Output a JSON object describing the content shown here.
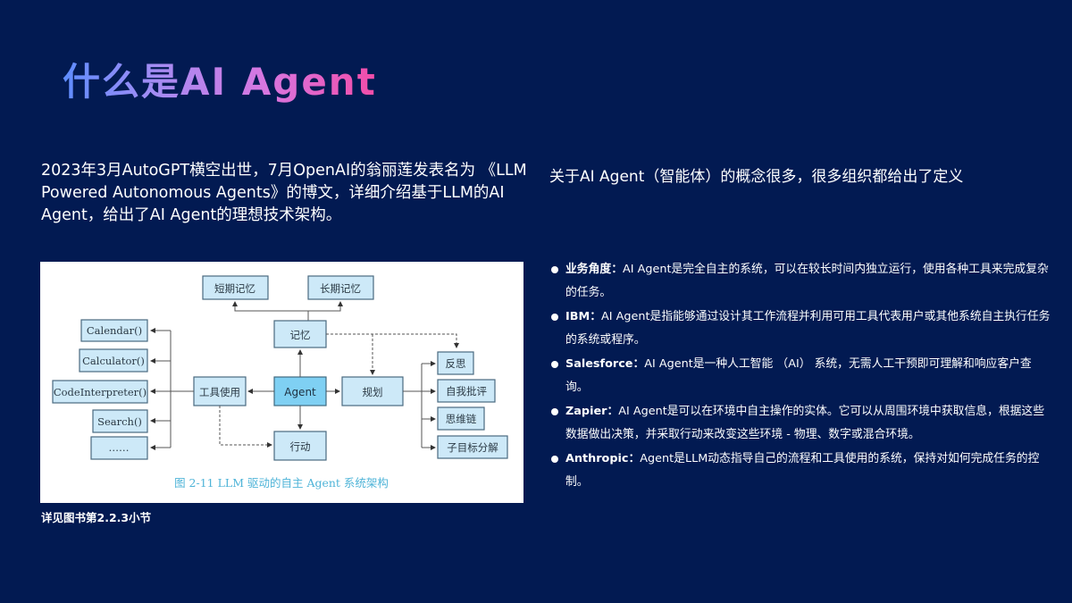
{
  "slide": {
    "title": "什么是AI Agent",
    "intro": "2023年3月AutoGPT横空出世，7月OpenAI的翁丽莲发表名为 《LLM Powered Autonomous Agents》的博文，详细介绍基于LLM的AI Agent，给出了AI Agent的理想技术架构。",
    "right_heading": "关于AI Agent（智能体）的概念很多，很多组织都给出了定义",
    "note": "详见图书第2.2.3小节",
    "colors": {
      "background": "#021a52",
      "title_gradient_start": "#5e8dff",
      "title_gradient_end": "#f24ca8",
      "agent_box": "#7fd0f3",
      "node_box": "#cde9f8",
      "caption": "#4fb4d8"
    }
  },
  "definitions": [
    {
      "org": "业务角度：",
      "text": "AI Agent是完全自主的系统，可以在较长时间内独立运行，使用各种工具来完成复杂的任务。"
    },
    {
      "org": "IBM：",
      "text": "AI Agent是指能够通过设计其工作流程并利用可用工具代表用户或其他系统自主执行任务的系统或程序。"
    },
    {
      "org": "Salesforce：",
      "text": "AI Agent是一种人工智能 （AI） 系统，无需人工干预即可理解和响应客户查询。"
    },
    {
      "org": "Zapier：",
      "text": "AI Agent是可以在环境中自主操作的实体。它可以从周围环境中获取信息，根据这些数据做出决策，并采取行动来改变这些环境 - 物理、数字或混合环境。"
    },
    {
      "org": "Anthropic：",
      "text": "Agent是LLM动态指导自己的流程和工具使用的系统，保持对如何完成任务的控制。"
    }
  ],
  "diagram": {
    "caption": "图 2-11   LLM 驱动的自主 Agent 系统架构",
    "nodes": {
      "short_memory": "短期记忆",
      "long_memory": "长期记忆",
      "memory": "记忆",
      "agent": "Agent",
      "tools": "工具使用",
      "planning": "规划",
      "action": "行动",
      "calendar": "Calendar()",
      "calculator": "Calculator()",
      "code_interpreter": "CodeInterpreter()",
      "search": "Search()",
      "more": "……",
      "reflection": "反思",
      "self_critique": "自我批评",
      "chain_of_thought": "思维链",
      "subgoal": "子目标分解"
    }
  }
}
